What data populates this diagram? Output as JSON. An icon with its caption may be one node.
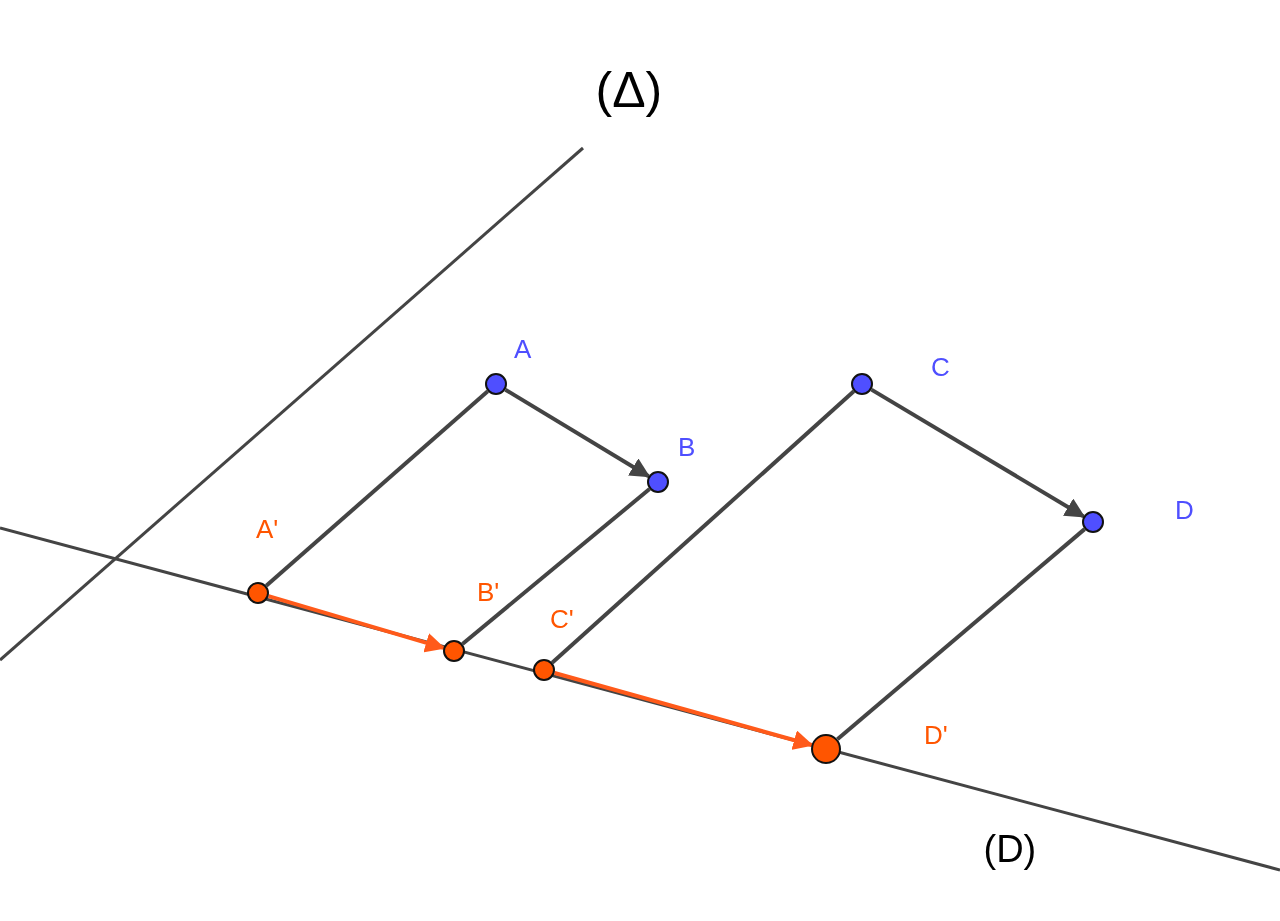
{
  "diagram": {
    "nodes": [
      {
        "text": [
          "A"
        ]
      },
      {
        "text": [
          "B"
        ]
      },
      {
        "text": [
          "C"
        ]
      },
      {
        "text": [
          "D"
        ]
      },
      {
        "text": [
          "A'"
        ]
      },
      {
        "text": [
          "B'"
        ]
      },
      {
        "text": [
          "C'"
        ]
      },
      {
        "text": [
          "D'"
        ]
      }
    ],
    "edges": [
      {
        "from": 0,
        "to": 1,
        "arrow": "to"
      },
      {
        "from": 2,
        "to": 3,
        "arrow": "to"
      },
      {
        "from": 0,
        "to": 4,
        "arrow": "none"
      },
      {
        "from": 1,
        "to": 5,
        "arrow": "none"
      },
      {
        "from": 2,
        "to": 6,
        "arrow": "none"
      },
      {
        "from": 3,
        "to": 7,
        "arrow": "none"
      },
      {
        "from": 4,
        "to": 5,
        "arrow": "to",
        "color": "#ff5a1a"
      },
      {
        "from": 6,
        "to": 7,
        "arrow": "to",
        "color": "#ff5a1a"
      }
    ],
    "labels": [
      "(Δ)",
      "(D)"
    ]
  }
}
